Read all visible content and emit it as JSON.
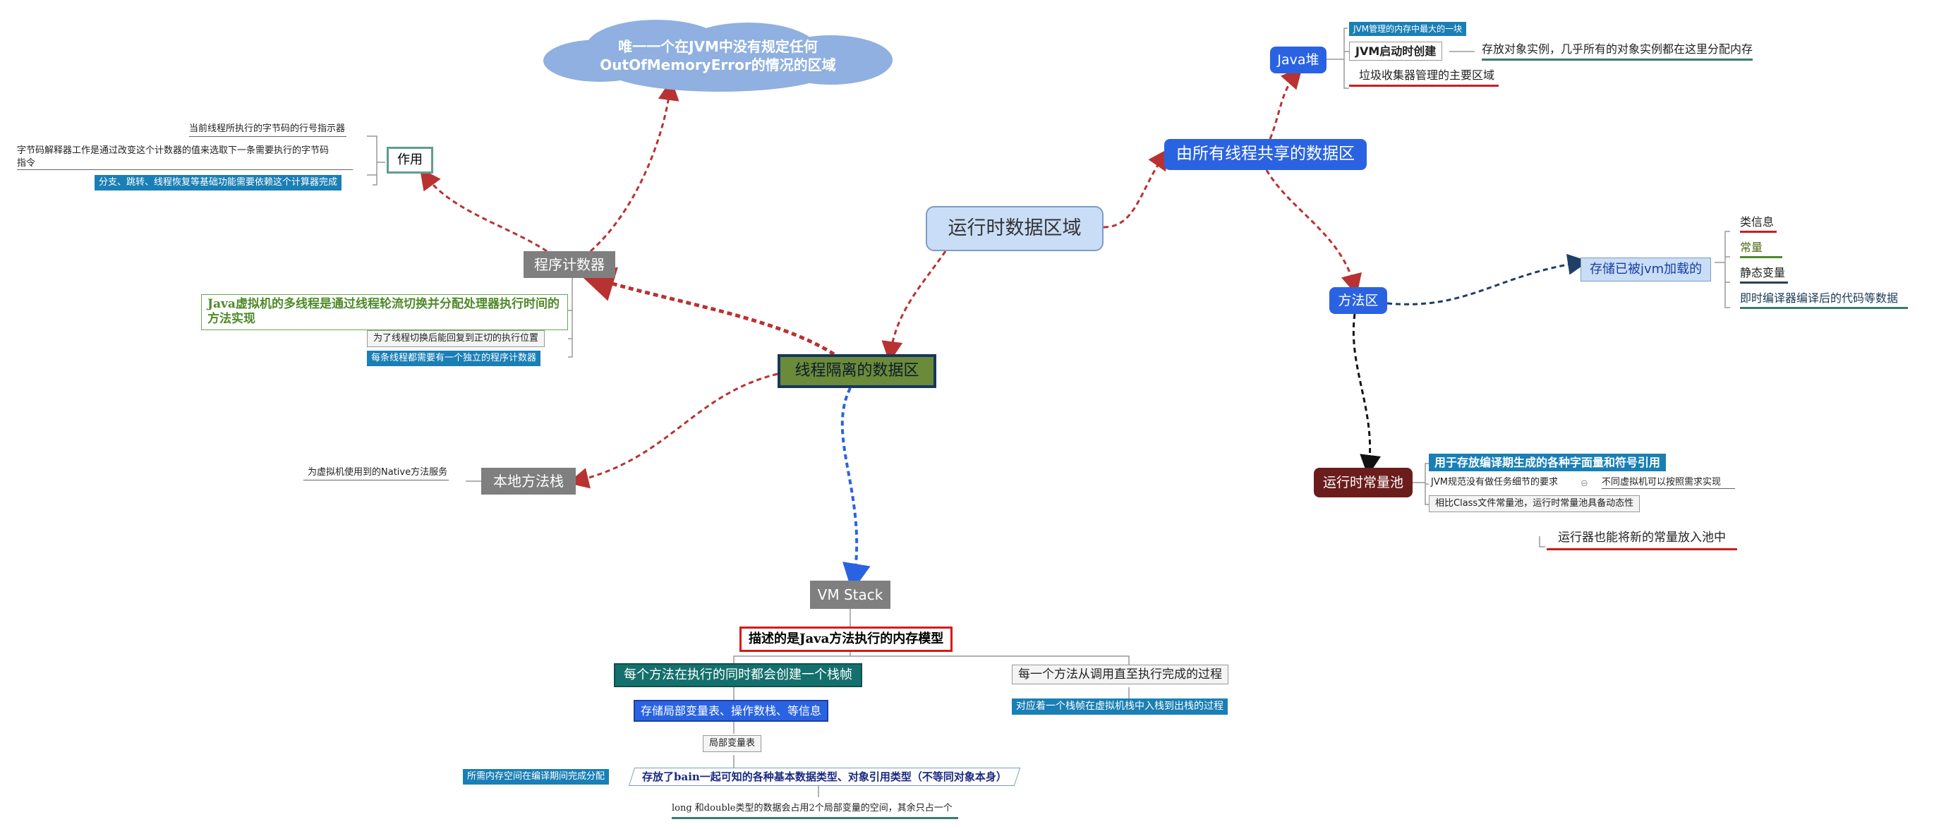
{
  "colors": {
    "root_fill": "#c9ddf7",
    "shared_node": "#2a63e2",
    "isolated_node": "#6b8a3a",
    "pc_node": "#7f7f7f",
    "runtime_constant_pool": "#6b1d1d",
    "cloud": "#8fb0e0",
    "edge_red": "#b83232",
    "edge_blue": "#2a63e2",
    "edge_dark": "#1f3f66",
    "edge_black": "#111111"
  },
  "root": {
    "label": "运行时数据区域"
  },
  "shared": {
    "label": "由所有线程共享的数据区",
    "java_heap": {
      "label": "Java堆",
      "notes": {
        "largest": "JVM管理的内存中最大的一块",
        "created_at_startup": "JVM启动时创建",
        "stores_instances": "存放对象实例，几乎所有的对象实例都在这里分配内存",
        "gc_area": "垃圾收集器管理的主要区域"
      }
    },
    "method_area": {
      "label": "方法区",
      "stores": "存储已被jvm加载的",
      "items": [
        "类信息",
        "常量",
        "静态变量",
        "即时编译器编译后的代码等数据"
      ]
    },
    "runtime_constant_pool": {
      "label": "运行时常量池",
      "notes": {
        "purpose": "用于存放编译期生成的各种字面量和符号引用",
        "spec": "JVM规范没有做任务细节的要求",
        "spec_detail": "不同虚拟机可以按照需求实现",
        "dynamic": "相比Class文件常量池，运行时常量池具备动态性",
        "runtime_add": "运行器也能将新的常量放入池中"
      }
    }
  },
  "isolated": {
    "label": "线程隔离的数据区",
    "program_counter": {
      "label": "程序计数器",
      "cloud": {
        "line1": "唯一一个在JVM中没有规定任何",
        "line2": "OutOfMemoryError的情况的区域"
      },
      "role": {
        "label": "作用",
        "items": [
          "当前线程所执行的字节码的行号指示器",
          "字节码解释器工作是通过改变这个计数器的值来选取下一条需要执行的字节码",
          "指令",
          "分支、跳转、线程恢复等基础功能需要依赖这个计算器完成"
        ]
      },
      "multithread": "Java虚拟机的多线程是通过线程轮流切换并分配处理器执行时间的方法实现",
      "restore": "为了线程切换后能回复到正切的执行位置",
      "each_thread": "每条线程都需要有一个独立的程序计数器"
    },
    "native_stack": {
      "label": "本地方法栈",
      "note": "为虚拟机使用到的Native方法服务"
    },
    "vm_stack": {
      "label": "VM Stack",
      "describes": "描述的是Java方法执行的内存模型",
      "frame": "每个方法在执行的同时都会创建一个栈帧",
      "frame_stores": "存储局部变量表、操作数栈、等信息",
      "local_vars": "局部变量表",
      "compile_time": "所需内存空间在编译期间完成分配",
      "holds": "存放了bain一起可知的各种基本数据类型、对象引用类型（不等同对象本身）",
      "long_double": "long 和double类型的数据会占用2个局部变量的空间，其余只占一个",
      "call_process": "每一个方法从调用直至执行完成的过程",
      "push_pop": "对应着一个栈帧在虚拟机栈中入栈到出栈的过程"
    }
  }
}
